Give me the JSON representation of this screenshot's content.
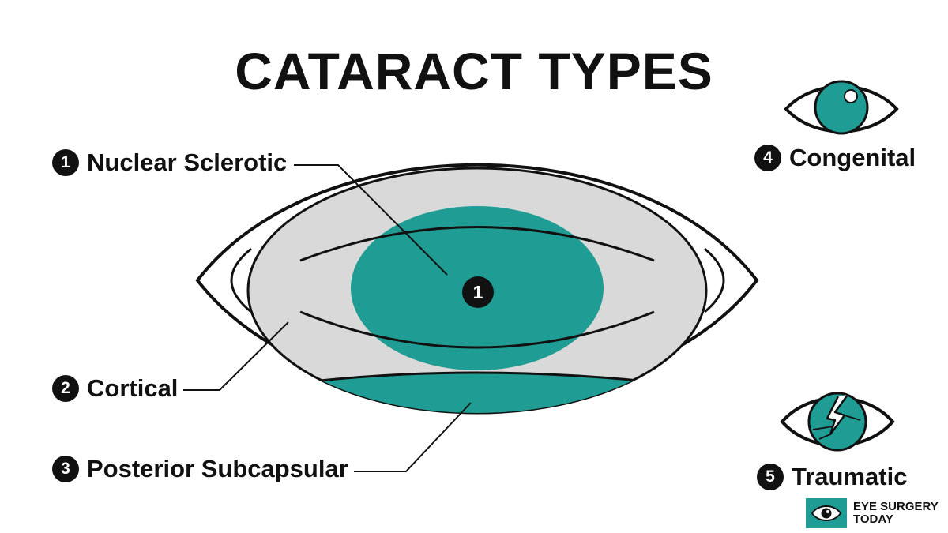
{
  "title": "CATARACT TYPES",
  "types": [
    {
      "number": "1",
      "label": "Nuclear Sclerotic"
    },
    {
      "number": "2",
      "label": "Cortical"
    },
    {
      "number": "3",
      "label": "Posterior Subcapsular"
    },
    {
      "number": "4",
      "label": "Congenital"
    },
    {
      "number": "5",
      "label": "Traumatic"
    }
  ],
  "center_marker": "1",
  "brand": {
    "line1": "EYE SURGERY",
    "line2": "TODAY"
  },
  "colors": {
    "teal": "#1f9c93",
    "lens_gray": "#d9d9d9",
    "outline": "#111111",
    "background": "#ffffff"
  },
  "icons": {
    "congenital": "eye-icon",
    "traumatic": "cracked-eye-icon",
    "brand": "eye-logo-icon"
  }
}
